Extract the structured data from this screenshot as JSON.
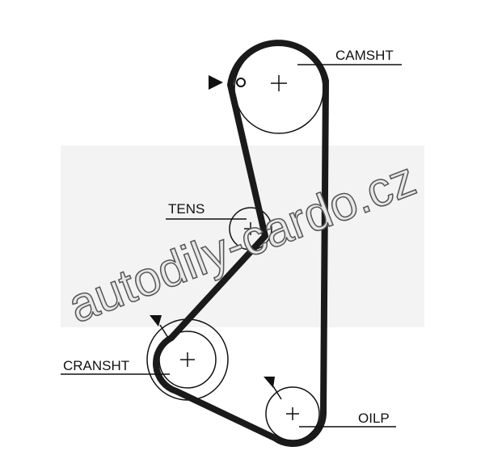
{
  "labels": {
    "camshaft": "CAMSHT",
    "tensioner": "TENS",
    "crankshaft": "CRANSHT",
    "oil_pump": "OILP"
  },
  "watermark": "autodily-cardo.cz"
}
